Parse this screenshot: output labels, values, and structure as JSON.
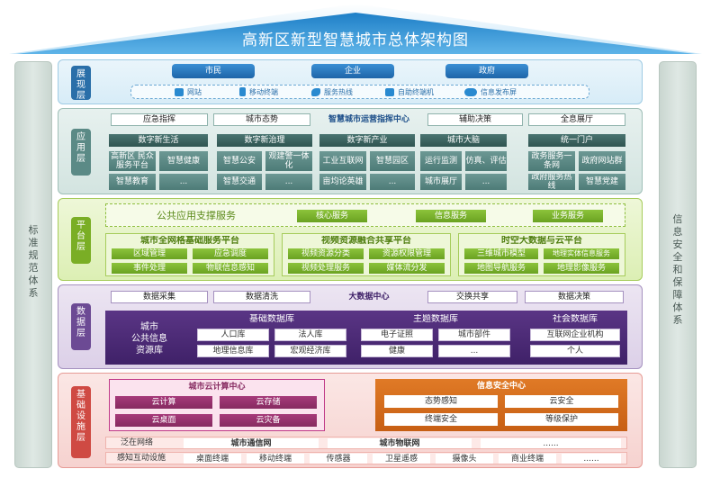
{
  "title": "高新区新型智慧城市总体架构图",
  "left_pillar": "标准规范体系",
  "right_pillar": "信息安全和保障体系",
  "presentation": {
    "tag": "展现层",
    "users": [
      "市民",
      "企业",
      "政府"
    ],
    "channels": [
      "网站",
      "移动终端",
      "服务热线",
      "自助终端机",
      "信息发布屏"
    ]
  },
  "application": {
    "tag": "应用层",
    "top": [
      "应急指挥",
      "城市态势",
      "智慧城市运营指挥中心",
      "辅助决策",
      "全息展厅"
    ],
    "categories": [
      "数字新生活",
      "数字新治理",
      "数字新产业",
      "城市大脑",
      "统一门户"
    ],
    "row1": [
      "高新区 民众服务平台",
      "智慧健康",
      "智慧公安",
      "观建警一体化",
      "工业互联网",
      "智慧园区",
      "运行监测",
      "仿真、评估",
      "政务服务一条网",
      "政府网站群"
    ],
    "row2": [
      "智慧教育",
      "...",
      "智慧交通",
      "...",
      "亩均论英雄",
      "...",
      "城市展厅",
      "...",
      "政府服务热线",
      "智慧党建"
    ]
  },
  "platform": {
    "tag": "平台层",
    "public_title": "公共应用支撑服务",
    "public_services": [
      "核心服务",
      "信息服务",
      "业务服务"
    ],
    "groups": [
      {
        "title": "城市全网格基础服务平台",
        "items": [
          "区域管理",
          "应急调度",
          "事件处理",
          "物联信息感知"
        ]
      },
      {
        "title": "视频资源融合共享平台",
        "items": [
          "视频资源分类",
          "资源权限管理",
          "视频处理服务",
          "媒体流分发"
        ]
      },
      {
        "title": "时空大数据与云平台",
        "items": [
          "三维城市模型",
          "地理实体信息服务",
          "地图导航服务",
          "地理影像服务"
        ]
      }
    ]
  },
  "data": {
    "tag": "数据层",
    "top": [
      "数据采集",
      "数据清洗",
      "大数据中心",
      "交换共享",
      "数据决策"
    ],
    "resource_title": "城市\n公共信息\n资源库",
    "dbs": [
      {
        "title": "基础数据库",
        "items": [
          "人口库",
          "法人库",
          "地理信息库",
          "宏观经济库"
        ]
      },
      {
        "title": "主题数据库",
        "items": [
          "电子证照",
          "城市部件",
          "健康",
          "..."
        ]
      },
      {
        "title": "社会数据库",
        "items": [
          "互联网企业机构",
          "个人"
        ]
      }
    ]
  },
  "infra": {
    "tag": "基础设施层",
    "cloud": {
      "title": "城市云计算中心",
      "items": [
        "云计算",
        "云存储",
        "云桌面",
        "云灾备"
      ]
    },
    "security": {
      "title": "信息安全中心",
      "items": [
        "态势感知",
        "云安全",
        "终端安全",
        "等级保护"
      ]
    },
    "network": {
      "label": "泛在网络",
      "items": [
        "城市通信网",
        "城市物联网",
        "......"
      ]
    },
    "sensing": {
      "label": "感知互动设施",
      "items": [
        "桌面终端",
        "移动终端",
        "传感器",
        "卫星遥感",
        "摄像头",
        "商业终端",
        "......"
      ]
    }
  },
  "colors": {
    "roof": "#2a8fd4",
    "presentation": "#2a6fa9",
    "application": "#5b8a86",
    "platform": "#7aae25",
    "data": "#6c4a94",
    "infra": "#cf4a43",
    "security": "#e07a26"
  }
}
